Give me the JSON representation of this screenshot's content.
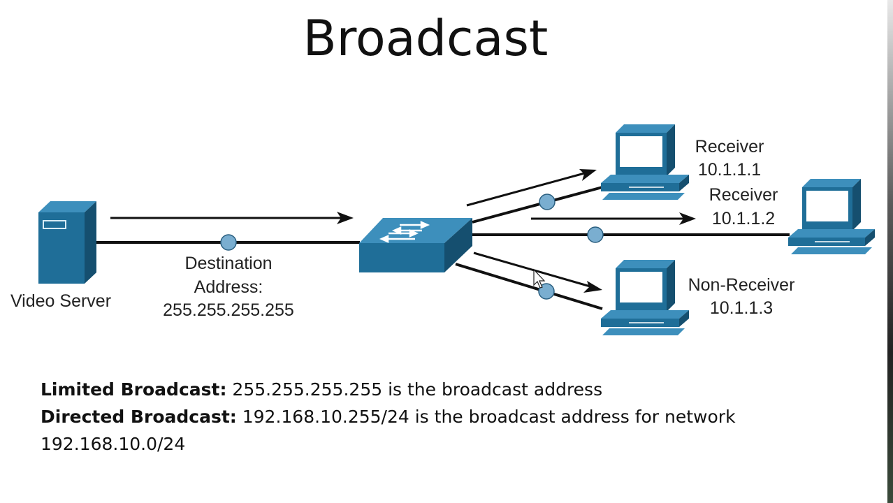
{
  "title": "Broadcast",
  "labels": {
    "video_server": "Video Server",
    "destination_line1": "Destination",
    "destination_line2": "Address:",
    "destination_line3": "255.255.255.255",
    "receiver1_name": "Receiver",
    "receiver1_ip": "10.1.1.1",
    "receiver2_name": "Receiver",
    "receiver2_ip": "10.1.1.2",
    "nonreceiver_name": "Non-Receiver",
    "nonreceiver_ip": "10.1.1.3"
  },
  "notes": {
    "limited_label": "Limited Broadcast:",
    "limited_text": "255.255.255.255 is the broadcast address",
    "directed_label": "Directed Broadcast:",
    "directed_text": "192.168.10.255/24 is the broadcast address for network 192.168.10.0/24"
  },
  "colors": {
    "device_blue": "#1f6e98",
    "device_dark": "#154f6f",
    "device_light": "#3d8fbc",
    "packet": "#7aaed0"
  }
}
